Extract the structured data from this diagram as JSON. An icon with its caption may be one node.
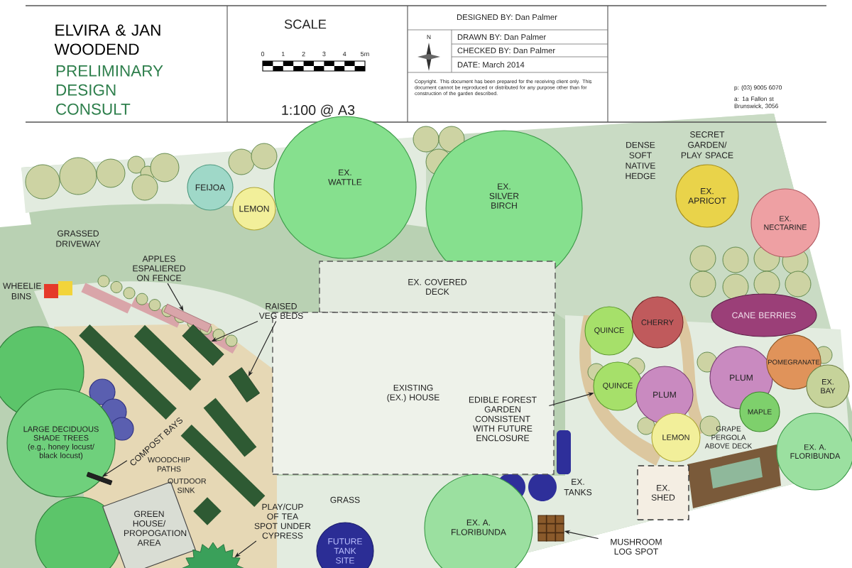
{
  "diagram": {
    "title": "ELVIRA & JAN WOODEND",
    "nodes": [
      {
        "text": [
          "EX. WATTLE"
        ]
      },
      {
        "text": [
          "EX. SILVER BIRCH"
        ]
      },
      {
        "text": [
          "FEIJOA"
        ]
      },
      {
        "text": [
          "LEMON"
        ]
      },
      {
        "text": [
          "EX. APRICOT"
        ]
      },
      {
        "text": [
          "EX. NECTARINE"
        ]
      },
      {
        "text": [
          "CANE BERRIES"
        ]
      },
      {
        "text": [
          "QUINCE"
        ]
      },
      {
        "text": [
          "CHERRY"
        ]
      },
      {
        "text": [
          "QUINCE"
        ]
      },
      {
        "text": [
          "PLUM"
        ]
      },
      {
        "text": [
          "PLUM"
        ]
      },
      {
        "text": [
          "POMEGRANATE"
        ]
      },
      {
        "text": [
          "EX. BAY"
        ]
      },
      {
        "text": [
          "MAPLE"
        ]
      },
      {
        "text": [
          "LEMON"
        ]
      },
      {
        "text": [
          "EX. A. FLORIBUNDA"
        ]
      },
      {
        "text": [
          "EX. A. FLORIBUNDA"
        ]
      },
      {
        "text": [
          "EX. COVERED DECK"
        ]
      },
      {
        "text": [
          "EXISTING (EX.) HOUSE"
        ]
      },
      {
        "text": [
          "GREEN HOUSE/ PROPOGATION AREA"
        ]
      },
      {
        "text": [
          "FUTURE TANK SITE"
        ]
      },
      {
        "text": [
          "EX. SHED"
        ]
      },
      {
        "text": [
          "APPLES ESPALIERED ON FENCE"
        ]
      },
      {
        "text": [],
        "shape": "bar"
      },
      {
        "text": [
          "RAISED VEG BEDS"
        ]
      },
      {
        "text": [],
        "shape": "bar"
      },
      {
        "text": [],
        "shape": "bar"
      },
      {
        "text": [
          "EDIBLE FOREST GARDEN CONSISTENT WITH FUTURE ENCLOSURE"
        ],
        "in": 19
      },
      {
        "text": [
          "PLAY/CUP OF TEA SPOT UNDER CYPRESS"
        ]
      },
      {
        "text": [],
        "shape": "picture"
      },
      {
        "text": [
          "MUSHROOM LOG SPOT"
        ]
      },
      {
        "text": [],
        "shape": "box"
      },
      {
        "text": [
          "LARGE DECIDUOUS SHADE TREES (e.g., honey locust/ black locust)"
        ]
      },
      {
        "text": [
          "COMPOST BAYS"
        ]
      },
      {
        "text": [],
        "shape": "bar",
        "in": 33
      }
    ],
    "edges": [
      {
        "from": 23,
        "to": 24,
        "arrow": "to"
      },
      {
        "from": 25,
        "to": 26,
        "arrow": "to"
      },
      {
        "from": 25,
        "to": 27,
        "arrow": "to"
      },
      {
        "from": 28,
        "to": 9,
        "arrow": "to"
      },
      {
        "from": 29,
        "to": 30,
        "arrow": "to"
      },
      {
        "from": 31,
        "to": 32,
        "arrow": "to"
      },
      {
        "from": 34,
        "to": 35,
        "arrow": "to"
      }
    ],
    "labels": [
      "PRELIMINARY DESIGN CONSULT",
      "SCALE",
      "0",
      "1",
      "2",
      "3",
      "4",
      "5m",
      "1:100 @ A3",
      "N",
      "DESIGNED BY: Dan Palmer",
      "DRAWN BY: Dan Palmer",
      "CHECKED BY: Dan Palmer",
      "DATE: March 2014",
      "Copyright. This document has been prepared for the receiving client only. This document cannot be reproduced or distributed for any purpose other than for construction of the garden described.",
      "p: (03) 9005 6070",
      "a: 1a Fallon st Brunswick, 3056",
      "GRASSED DRIVEWAY",
      "WHEELIE BINS",
      "DENSE SOFT NATIVE HEDGE",
      "SECRET GARDEN/ PLAY SPACE",
      "WOODCHIP PATHS",
      "OUTDOOR SINK",
      "GRASS",
      "EX. TANKS",
      "GRAPE PERGOLA ABOVE DECK"
    ]
  }
}
